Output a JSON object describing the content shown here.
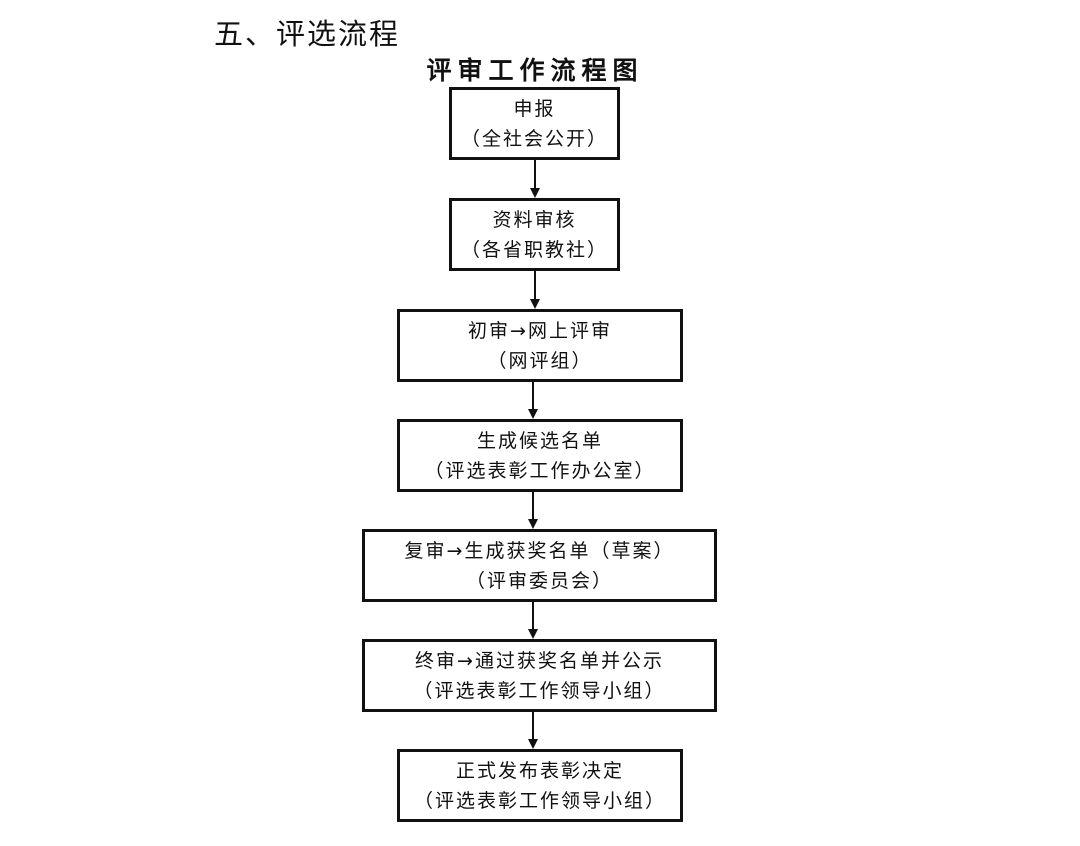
{
  "page": {
    "section_heading": "五、评选流程",
    "flow_title": "评审工作流程图"
  },
  "steps": [
    {
      "line1": "申报",
      "line2": "（全社会公开）"
    },
    {
      "line1": "资料审核",
      "line2": "（各省职教社）"
    },
    {
      "line1": "初审→网上评审",
      "line2": "（网评组）"
    },
    {
      "line1": "生成候选名单",
      "line2": "（评选表彰工作办公室）"
    },
    {
      "line1": "复审→生成获奖名单（草案）",
      "line2": "（评审委员会）"
    },
    {
      "line1": "终审→通过获奖名单并公示",
      "line2": "（评选表彰工作领导小组）"
    },
    {
      "line1": "正式发布表彰决定",
      "line2": "（评选表彰工作领导小组）"
    }
  ]
}
